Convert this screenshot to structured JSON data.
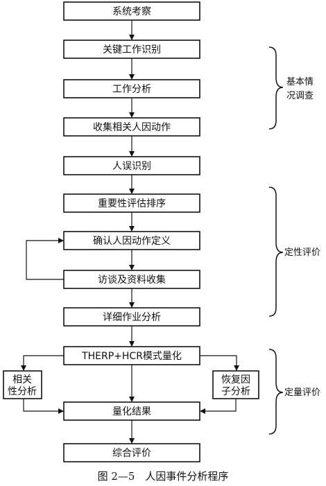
{
  "steps": [
    "系统考察",
    "关键工作识别",
    "工作分析",
    "收集相关人因动作",
    "人误识别",
    "重要性评估排序",
    "确认人因动作定义",
    "访谈及资料收集",
    "详细作业分析",
    "THERP+HCR模式量化",
    "量化结果",
    "综合评价"
  ],
  "side_boxes": {
    "left": [
      "相关",
      "性分析"
    ],
    "right": [
      "恢复因",
      "子分析"
    ]
  },
  "groups": [
    [
      "基本情",
      "况调查"
    ],
    [
      "定性评价"
    ],
    [
      "定量评价"
    ]
  ],
  "caption": "图 2—5　人因事件分析程序"
}
